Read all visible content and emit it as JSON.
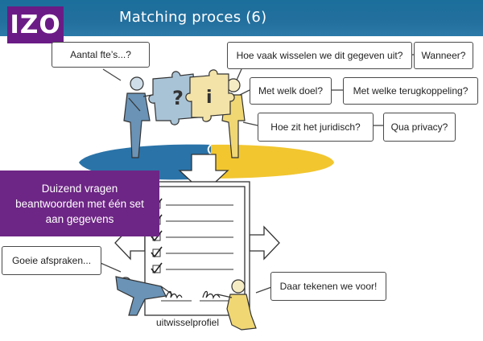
{
  "logo": {
    "text": "IZO"
  },
  "header": {
    "title": "Matching proces (6)"
  },
  "bubbles": {
    "aantal": "Aantal fte’s...?",
    "hoe_vaak": "Hoe vaak wisselen we dit gegeven uit?",
    "wanneer": "Wanneer?",
    "doel": "Met welk doel?",
    "terugkoppeling": "Met welke terugkoppeling?",
    "juridisch": "Hoe zit het juridisch?",
    "privacy": "Qua privacy?",
    "afspraken": "Goeie afspraken...",
    "tekenen": "Daar tekenen we voor!"
  },
  "callout": {
    "lines": [
      "Duizend vragen",
      "beantwoorden met één set",
      "aan gegevens"
    ]
  },
  "document": {
    "caption": "uitwisselprofiel"
  },
  "colors": {
    "header_bg": "#236f9e",
    "logo_bg": "#6b1b86",
    "callout_bg": "#6d2685",
    "puzzle_left": "#a9c3d6",
    "puzzle_right": "#f3e3a8",
    "ellipse_blue": "#2a73a8",
    "ellipse_yellow": "#f2c62f"
  }
}
